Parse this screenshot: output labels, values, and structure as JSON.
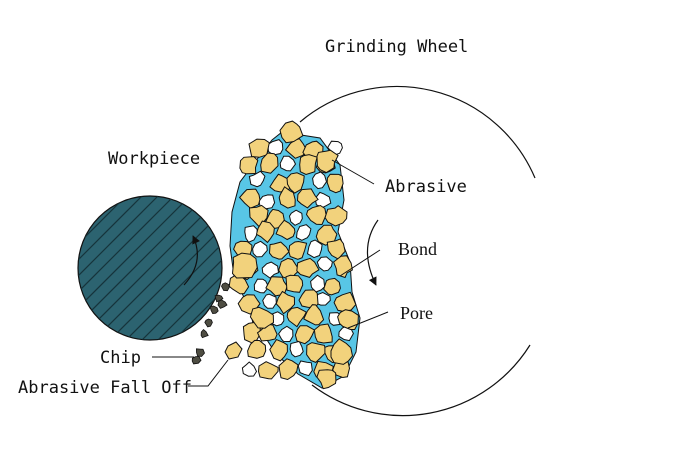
{
  "labels": {
    "grinding_wheel": "Grinding Wheel",
    "workpiece": "Workpiece",
    "abrasive": "Abrasive",
    "bond": "Bond",
    "pore": "Pore",
    "chip": "Chip",
    "abrasive_fall_off": "Abrasive Fall Off"
  },
  "colors": {
    "workpiece_fill": "#2c6370",
    "workpiece_hatch": "#16343b",
    "abrasive_fill": "#f2d27c",
    "bond_fill": "#58c6e6",
    "pore_fill": "#ffffff",
    "chip_fill": "#4e4d42",
    "outline": "#111111"
  }
}
